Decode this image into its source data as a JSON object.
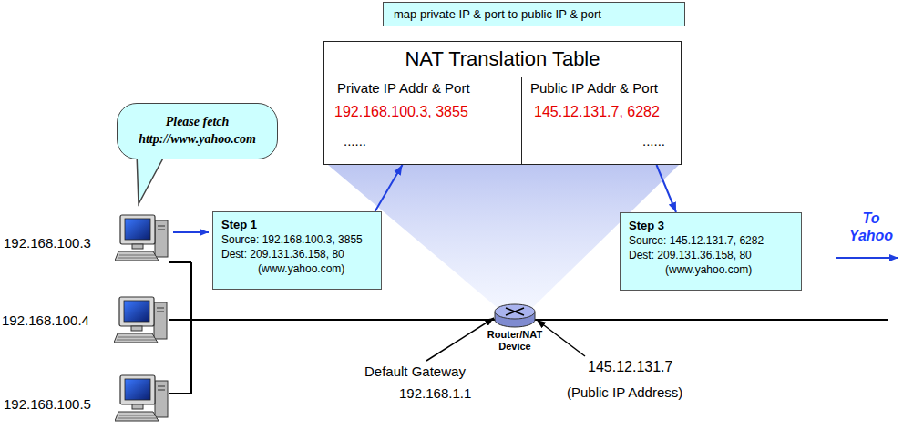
{
  "diagram": {
    "nodes": [
      {
        "text": [
          "map private IP & port to public IP & port"
        ]
      },
      {
        "text": [
          "NAT Translation Table"
        ]
      },
      {
        "text": [
          "Please fetch http://www.yahoo.com"
        ]
      },
      {
        "text": [
          "Step 1",
          "Source: 192.168.100.3, 3855",
          "Dest: 209.131.36.158, 80",
          "(www.yahoo.com)"
        ]
      },
      {
        "text": [
          "Step 3",
          "Source: 145.12.131.7, 6282",
          "Dest: 209.131.36.158, 80",
          "(www.yahoo.com)"
        ]
      }
    ],
    "edges": [
      {
        "from": 3,
        "to": 1,
        "arrow": "to"
      },
      {
        "from": 1,
        "to": 4,
        "arrow": "to"
      }
    ],
    "labels": [
      "Private IP Addr & Port",
      "Public IP Addr & Port",
      "192.168.100.3, 3855",
      "145.12.131.7, 6282",
      "......",
      "......",
      "192.168.100.3",
      "192.168.100.4",
      "192.168.100.5",
      "To Yahoo",
      "Router/NAT Device",
      "Default Gateway",
      "192.168.1.1",
      "145.12.131.7",
      "(Public IP Address)"
    ]
  }
}
